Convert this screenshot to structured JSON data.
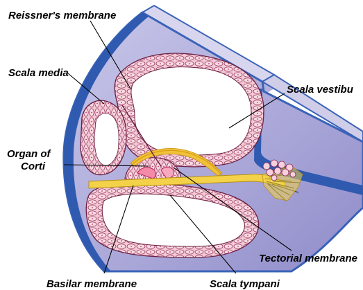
{
  "diagram": {
    "labels": {
      "reissners_membrane": "Reissner's membrane",
      "scala_media": "Scala media",
      "scala_vestibuli": "Scala vestibu",
      "organ_of_corti_line1": "Organ of",
      "organ_of_corti_line2": "Corti",
      "tectorial_membrane": "Tectorial membrane",
      "basilar_membrane": "Basilar membrane",
      "scala_tympani": "Scala tympani"
    },
    "colors": {
      "outer_wall": "#3a63b8",
      "fill_violet": "#b8b6de",
      "bone_top": "#cfcde8",
      "tissue_pink": "#f2b8c9",
      "cell_outline": "#7a2a4a",
      "nerve_yellow": "#f3d24a",
      "tectorial_yellow": "#f0c23a"
    }
  }
}
